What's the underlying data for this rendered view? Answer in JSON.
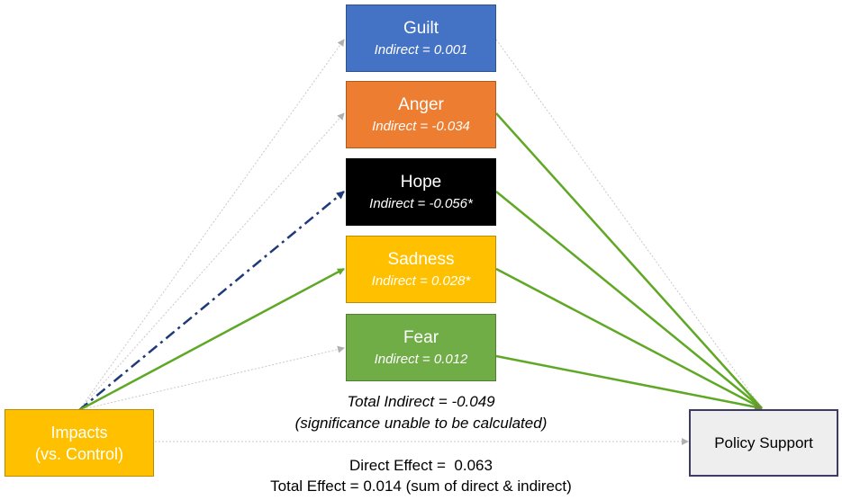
{
  "colors": {
    "guilt": "#4472c4",
    "anger": "#ed7d31",
    "hope": "#000000",
    "sadness": "#ffc000",
    "fear": "#70ad47",
    "impacts": "#ffc000",
    "policy": "#eeeeee",
    "significant_path": "#5ea825",
    "hope_path": "#1f3a7a",
    "nonsignificant_path": "#c8c8c8"
  },
  "mediators": [
    {
      "name": "Guilt",
      "indirect": "Indirect = 0.001"
    },
    {
      "name": "Anger",
      "indirect": "Indirect = -0.034"
    },
    {
      "name": "Hope",
      "indirect": "Indirect = -0.056*"
    },
    {
      "name": "Sadness",
      "indirect": "Indirect = 0.028*"
    },
    {
      "name": "Fear",
      "indirect": "Indirect = 0.012"
    }
  ],
  "predictor": {
    "line1": "Impacts",
    "line2": "(vs. Control)"
  },
  "outcome": {
    "name": "Policy Support"
  },
  "summary": {
    "total_indirect": "Total Indirect = -0.049",
    "significance_note": "(significance unable to be calculated)",
    "direct_effect": "Direct Effect =  0.063",
    "total_effect": "Total Effect = 0.014 (sum of direct & indirect)"
  }
}
